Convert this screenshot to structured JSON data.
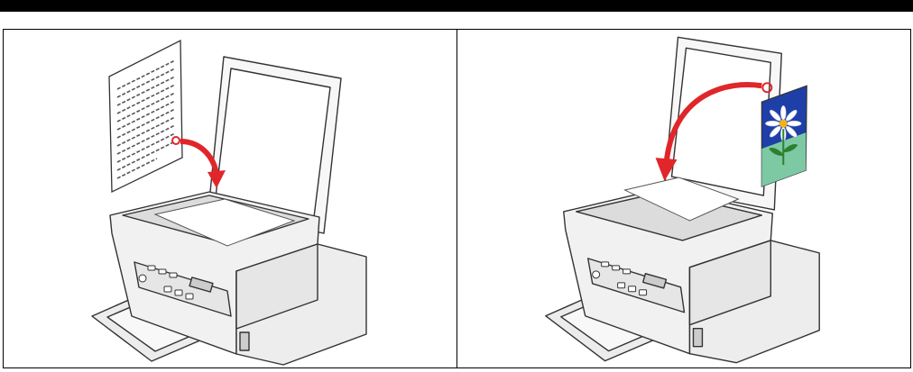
{
  "panels": [
    {
      "id": "panel-1",
      "document": "text-page",
      "arrow_color": "#e0262a"
    },
    {
      "id": "panel-2",
      "document": "flower-photo",
      "arrow_color": "#e0262a"
    }
  ],
  "colors": {
    "header_bar": "#000000",
    "border": "#000000",
    "printer_body": "#f2f2f2",
    "printer_outline": "#333333",
    "arrow": "#e0262a",
    "photo_sky": "#1f3fa8",
    "photo_grass": "#7cc9a4",
    "flower_center": "#f2b21a",
    "stem": "#2f7f2f"
  }
}
